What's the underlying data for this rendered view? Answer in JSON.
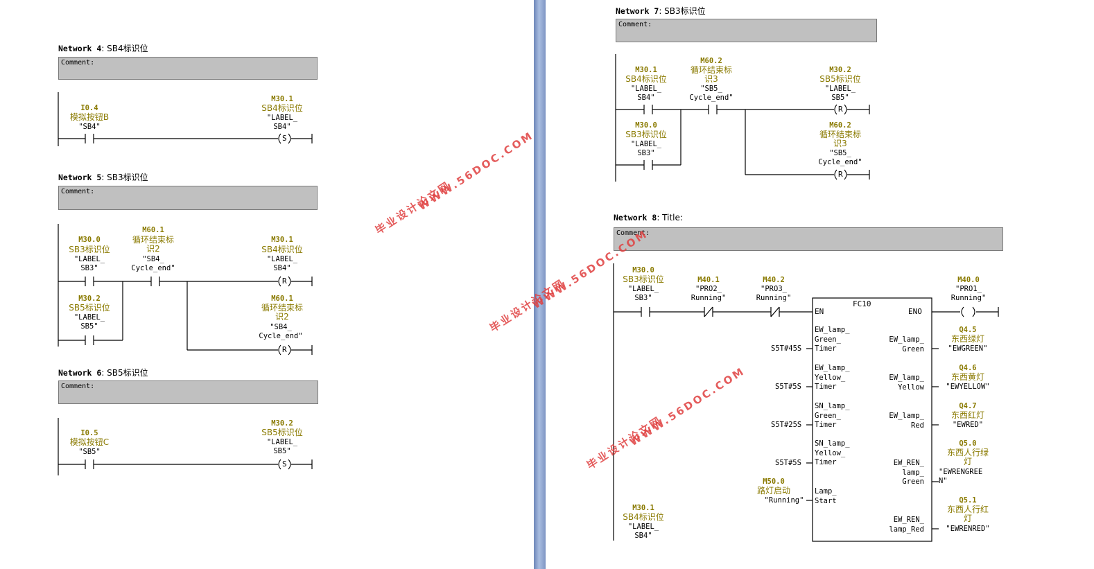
{
  "networks": {
    "n4": {
      "title": "Network 4",
      "sub": ": SB4标识位",
      "comment": "Comment:"
    },
    "n5": {
      "title": "Network 5",
      "sub": ": SB3标识位",
      "comment": "Comment:"
    },
    "n6": {
      "title": "Network 6",
      "sub": ": SB5标识位",
      "comment": "Comment:"
    },
    "n7": {
      "title": "Network 7",
      "sub": ": SB3标识位",
      "comment": "Comment:"
    },
    "n8": {
      "title": "Network 8",
      "sub": ": Title:",
      "comment": "Comment:"
    }
  },
  "elements": {
    "n4_in": {
      "addr": "I0.4",
      "label": "模拟按钮B",
      "sym": "\"SB4\""
    },
    "n4_out": {
      "addr": "M30.1",
      "label": "SB4标识位",
      "sym": "\"LABEL_\nSB4\"",
      "coil": "S"
    },
    "n5_a": {
      "addr": "M30.0",
      "label": "SB3标识位",
      "sym": "\"LABEL_\nSB3\""
    },
    "n5_b": {
      "addr": "M60.1",
      "label": "循环结束标\n识2",
      "sym": "\"SB4_\nCycle_end\""
    },
    "n5_c": {
      "addr": "M30.2",
      "label": "SB5标识位",
      "sym": "\"LABEL_\nSB5\""
    },
    "n5_o1": {
      "addr": "M30.1",
      "label": "SB4标识位",
      "sym": "\"LABEL_\nSB4\"",
      "coil": "R"
    },
    "n5_o2": {
      "addr": "M60.1",
      "label": "循环结束标\n识2",
      "sym": "\"SB4_\nCycle_end\"",
      "coil": "R"
    },
    "n6_in": {
      "addr": "I0.5",
      "label": "模拟按钮C",
      "sym": "\"SB5\""
    },
    "n6_out": {
      "addr": "M30.2",
      "label": "SB5标识位",
      "sym": "\"LABEL_\nSB5\"",
      "coil": "S"
    },
    "n7_a": {
      "addr": "M30.1",
      "label": "SB4标识位",
      "sym": "\"LABEL_\nSB4\""
    },
    "n7_b": {
      "addr": "M60.2",
      "label": "循环结束标\n识3",
      "sym": "\"SB5_\nCycle_end\""
    },
    "n7_c": {
      "addr": "M30.0",
      "label": "SB3标识位",
      "sym": "\"LABEL_\nSB3\""
    },
    "n7_o1": {
      "addr": "M30.2",
      "label": "SB5标识位",
      "sym": "\"LABEL_\nSB5\"",
      "coil": "R"
    },
    "n7_o2": {
      "addr": "M60.2",
      "label": "循环结束标\n识3",
      "sym": "\"SB5_\nCycle_end\"",
      "coil": "R"
    },
    "n8_a": {
      "addr": "M30.0",
      "label": "SB3标识位",
      "sym": "\"LABEL_\nSB3\""
    },
    "n8_b": {
      "addr": "M40.1",
      "sym": "\"PRO2_\nRunning\""
    },
    "n8_c": {
      "addr": "M40.2",
      "sym": "\"PRO3_\nRunning\""
    },
    "n8_o": {
      "addr": "M40.0",
      "sym": "\"PRO1_\nRunning\"",
      "coil": " "
    },
    "n8_d": {
      "addr": "M30.1",
      "label": "SB4标识位",
      "sym": "\"LABEL_\nSB4\""
    },
    "n8_lamp": {
      "addr": "M50.0",
      "label": "路灯启动",
      "sym": "\"Running\""
    }
  },
  "fc": {
    "name": "FC10",
    "en": "EN",
    "eno": "ENO",
    "inputs": [
      {
        "pin": "EW_lamp_\nGreen_\nTimer",
        "val": "S5T#45S"
      },
      {
        "pin": "EW_lamp_\nYellow_\nTimer",
        "val": "S5T#5S"
      },
      {
        "pin": "SN_lamp_\nGreen_\nTimer",
        "val": "S5T#25S"
      },
      {
        "pin": "SN_lamp_\nYellow_\nTimer",
        "val": "S5T#5S"
      },
      {
        "pin": "Lamp_\nStart",
        "val": ""
      }
    ],
    "outputs": [
      {
        "pin": "EW_lamp_\nGreen",
        "addr": "Q4.5",
        "label": "东西绿灯",
        "sym": "\"EWGREEN\""
      },
      {
        "pin": "EW_lamp_\nYellow",
        "addr": "Q4.6",
        "label": "东西黄灯",
        "sym": "\"EWYELLOW\""
      },
      {
        "pin": "EW_lamp_\nRed",
        "addr": "Q4.7",
        "label": "东西红灯",
        "sym": "\"EWRED\""
      },
      {
        "pin": "EW_REN_\nlamp_\nGreen",
        "addr": "Q5.0",
        "label": "东西人行绿\n灯",
        "sym": "\"EWRENGREE\nN\""
      },
      {
        "pin": "EW_REN_\nlamp_Red",
        "addr": "Q5.1",
        "label": "东西人行红\n灯",
        "sym": "\"EWRENRED\""
      }
    ]
  },
  "watermark": {
    "line1": "毕业设计论文网",
    "line2": "WWW.56DOC.COM",
    "color": "#e04040"
  }
}
